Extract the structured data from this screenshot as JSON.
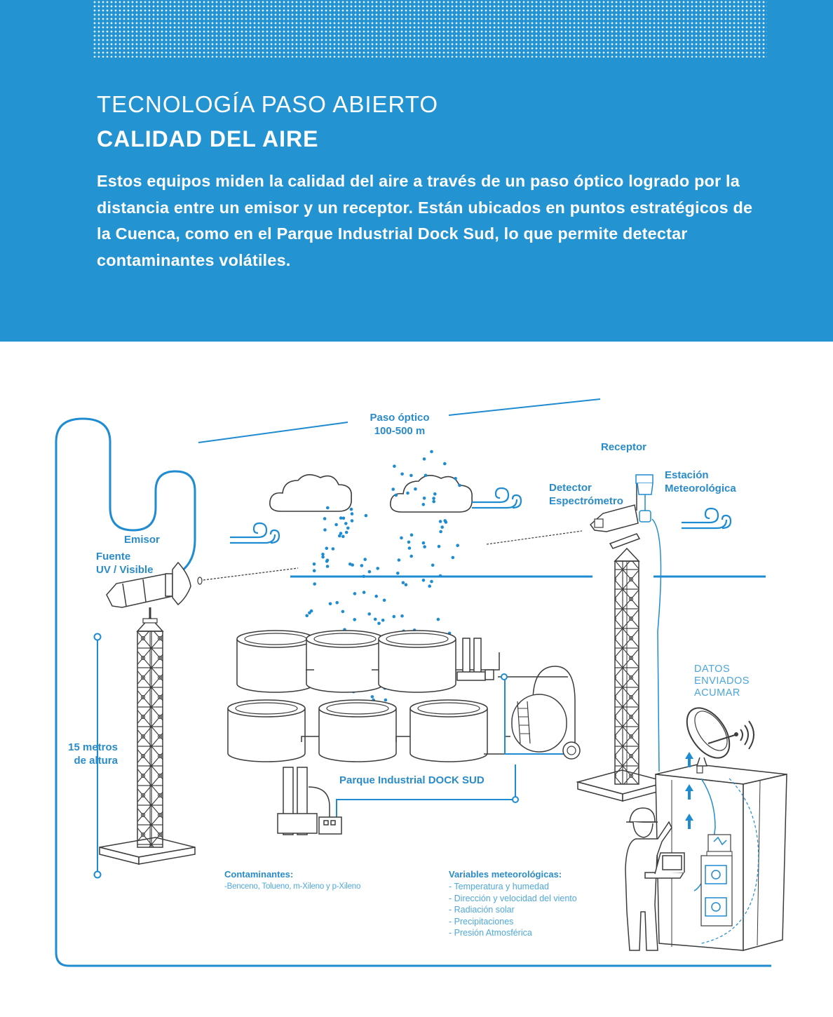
{
  "header": {
    "subtitle": "TECNOLOGÍA PASO ABIERTO",
    "title": "CALIDAD DEL AIRE",
    "description": "Estos equipos miden la calidad del aire a través de un paso óptico logrado por la distancia entre un emisor y un receptor. Están ubicados en puntos estratégicos de la Cuenca, como en el Parque Industrial Dock Sud, lo que permite detectar contaminantes volátiles."
  },
  "diagram": {
    "optical_path": [
      "Paso óptico",
      "100-500 m"
    ],
    "emitter": "Emisor",
    "source": [
      "Fuente",
      "UV / Visible"
    ],
    "height": [
      "15 metros",
      "de altura"
    ],
    "receiver": "Receptor",
    "detector": [
      "Detector",
      "Espectrómetro"
    ],
    "weather_station": [
      "Estación",
      "Meteorológica"
    ],
    "data_sent": [
      "DATOS",
      "ENVIADOS",
      "ACUMAR"
    ],
    "industrial_park": "Parque Industrial DOCK SUD",
    "pollutants": {
      "title": "Contaminantes:",
      "items": [
        "-Benceno, Tolueno, m-Xileno y p-Xileno"
      ]
    },
    "meteo_variables": {
      "title": "Variables meteorológicas:",
      "items": [
        "- Temperatura y humedad",
        "- Dirección y velocidad del viento",
        "- Radiación solar",
        "- Precipitaciones",
        "- Presión Atmosférica"
      ]
    }
  },
  "colors": {
    "header_bg": "#2393d2",
    "accent": "#2a8bc9",
    "line": "#1f8bd0",
    "ink": "#3c3c3c"
  },
  "icons": [
    "cloud-icon",
    "wind-icon",
    "satellite-dish-icon",
    "laptop-icon",
    "worker-icon",
    "tower-icon",
    "tank-icon"
  ]
}
